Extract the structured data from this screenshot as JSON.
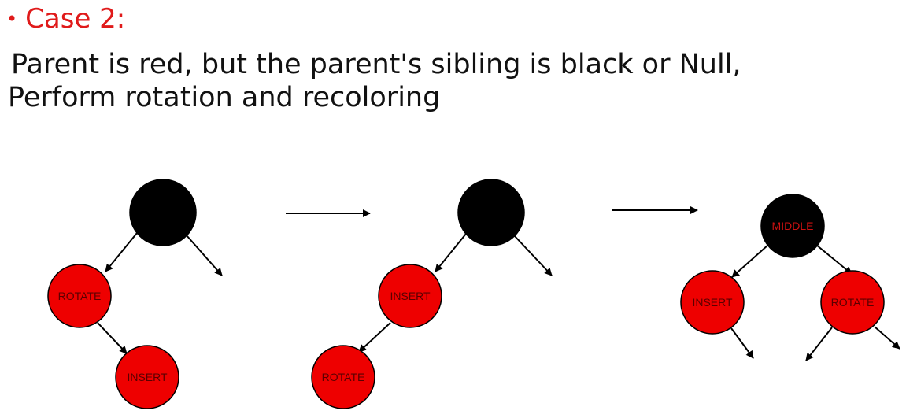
{
  "heading": {
    "bullet": "•",
    "text": "Case 2:"
  },
  "description": {
    "line1": "Parent is red, but the parent's sibling is black or Null,",
    "line2": "Perform rotation and recoloring"
  },
  "colors": {
    "heading": "#e01a1a",
    "red_node": "#ee0000",
    "black_node": "#000000",
    "node_label": "#5a0000",
    "middle_label": "#cc1111",
    "edge": "#000000"
  },
  "diagrams": [
    {
      "name": "before",
      "nodes": [
        {
          "id": "root",
          "color": "black",
          "label": ""
        },
        {
          "id": "rotate",
          "color": "red",
          "label": "ROTATE"
        },
        {
          "id": "insert",
          "color": "red",
          "label": "INSERT"
        }
      ]
    },
    {
      "name": "after-first-rotation",
      "nodes": [
        {
          "id": "root",
          "color": "black",
          "label": ""
        },
        {
          "id": "insert",
          "color": "red",
          "label": "INSERT"
        },
        {
          "id": "rotate",
          "color": "red",
          "label": "ROTATE"
        }
      ]
    },
    {
      "name": "after-recoloring",
      "nodes": [
        {
          "id": "middle",
          "color": "black",
          "label": "MIDDLE"
        },
        {
          "id": "insert",
          "color": "red",
          "label": "INSERT"
        },
        {
          "id": "rotate",
          "color": "red",
          "label": "ROTATE"
        }
      ]
    }
  ]
}
